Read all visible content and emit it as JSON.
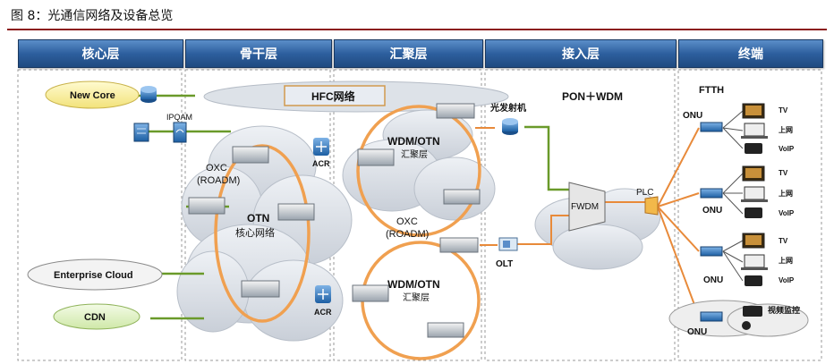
{
  "figure_title": "图 8：光通信网络及设备总览",
  "layers": [
    "核心层",
    "骨干层",
    "汇聚层",
    "接入层",
    "终端"
  ],
  "labels": {
    "new_core": "New Core",
    "ipqam": "IPQAM",
    "hfc": "HFC网络",
    "optical_tx": "光发射机",
    "pon_wdm": "PON＋WDM",
    "ftth": "FTTH",
    "oxc_core": "OXC\n(ROADM)",
    "otn": "OTN",
    "otn_sub": "核心网络",
    "acr_top": "ACR",
    "acr_bottom": "ACR",
    "wdm_top": "WDM/OTN",
    "wdm_top_sub": "汇聚层",
    "oxc_agg": "OXC\n(ROADM)",
    "wdm_bottom": "WDM/OTN",
    "wdm_bottom_sub": "汇聚层",
    "olt": "OLT",
    "fwdm": "FWDM",
    "plc": "PLC",
    "enterprise_cloud": "Enterprise Cloud",
    "cdn": "CDN",
    "onu1": "ONU",
    "onu2": "ONU",
    "onu3": "ONU",
    "onu4": "ONU",
    "tv": "TV",
    "internet": "上网",
    "voip": "VoIP",
    "video_monitor": "视频监控"
  },
  "colors": {
    "ring": "#f0a050",
    "link_green": "#6a9a2a",
    "link_orange": "#e88a3a",
    "header": "#2d5f9e",
    "title_rule": "#8b1a1a"
  }
}
